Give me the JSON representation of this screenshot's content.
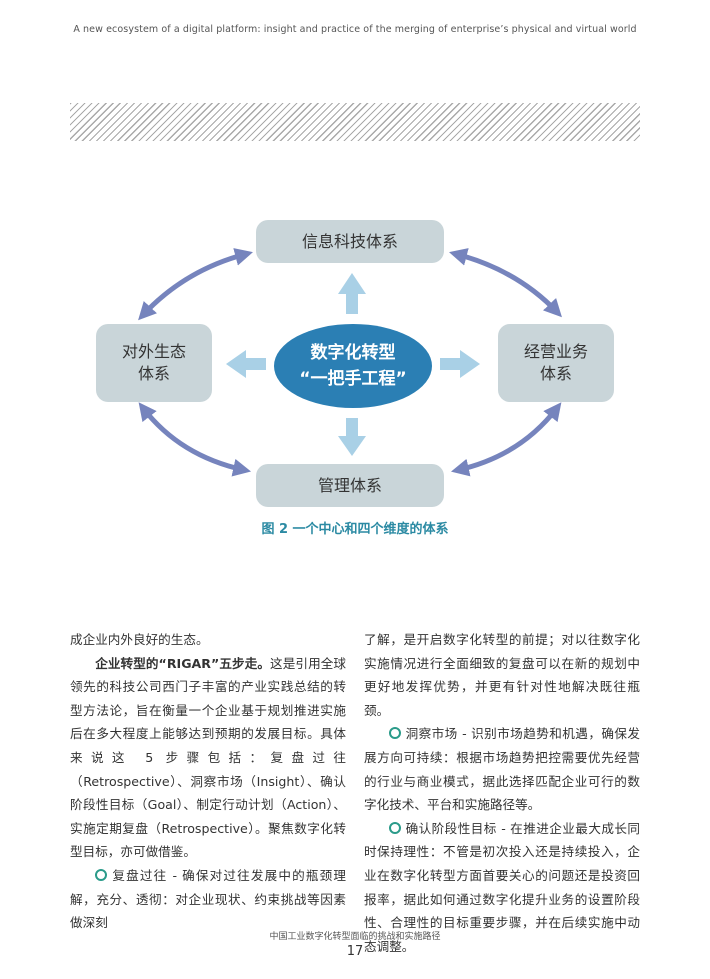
{
  "header": {
    "running_title": "A new ecosystem of a digital platform: insight and practice of the merging of enterprise’s physical and virtual world"
  },
  "figure": {
    "center_line1": "数字化转型",
    "center_line2": "“一把手工程”",
    "top_box": "信息科技体系",
    "left_line1": "对外生态",
    "left_line2": "体系",
    "right_line1": "经营业务",
    "right_line2": "体系",
    "bottom_box": "管理体系",
    "caption": "图 2 一个中心和四个维度的体系",
    "colors": {
      "box_fill": "#c9d5d9",
      "center_fill": "#2b7fb4",
      "straight_arrow": "#a9d0e6",
      "curved_arrow": "#7684bd",
      "caption": "#2b8aa3"
    }
  },
  "left_column": {
    "p1": "成企业内外良好的生态。",
    "p2_bold": "企业转型的“RIGAR”五步走。",
    "p2_text": "这是引用全球领先的科技公司西门子丰富的产业实践总结的转型方法论，旨在衡量一个企业基于规划推进实施后在多大程度上能够达到预期的发展目标。具体来说这 5 步骤包括：复盘过往（Retrospective）、洞察市场（Insight）、确认阶段性目标（Goal）、制定行动计划（Action）、实施定期复盘（Retrospective）。聚焦数字化转型目标，亦可做借鉴。",
    "p3": "复盘过往 - 确保对过往发展中的瓶颈理解，充分、透彻：对企业现状、约束挑战等因素做深刻"
  },
  "right_column": {
    "p1": "了解，是开启数字化转型的前提；对以往数字化实施情况进行全面细致的复盘可以在新的规划中更好地发挥优势，并更有针对性地解决既往瓶颈。",
    "p2": "洞察市场 - 识别市场趋势和机遇，确保发展方向可持续：根据市场趋势把控需要优先经营的行业与商业模式，据此选择匹配企业可行的数字化技术、平台和实施路径等。",
    "p3": "确认阶段性目标 - 在推进企业最大成长同时保持理性：不管是初次投入还是持续投入，企业在数字化转型方面首要关心的问题还是投资回报率，据此如何通过数字化提升业务的设置阶段性、合理性的目标重要步骤，并在后续实施中动态调整。"
  },
  "footer": {
    "book_title": "中国工业数字化转型面临的挑战和实施路径",
    "page_number": "17"
  }
}
